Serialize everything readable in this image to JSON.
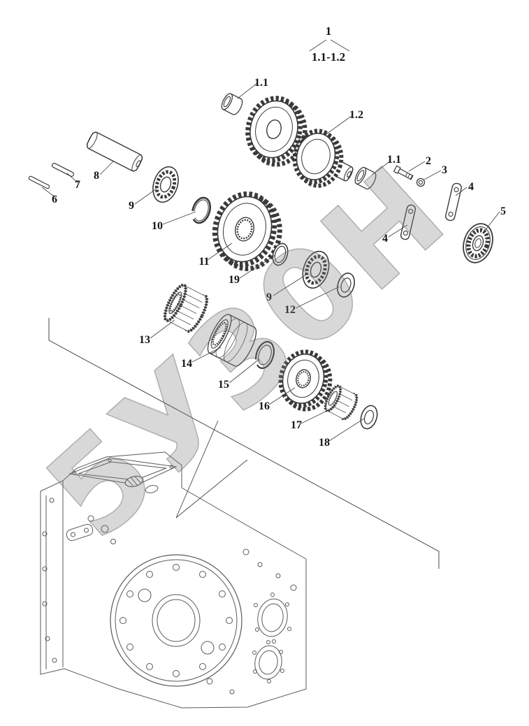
{
  "diagram": {
    "watermark": "5У30Н",
    "callouts": [
      {
        "label": "1"
      },
      {
        "label": "1.1-1.2"
      },
      {
        "label": "1.1"
      },
      {
        "label": "1.2"
      },
      {
        "label": "1.1"
      },
      {
        "label": "2"
      },
      {
        "label": "3"
      },
      {
        "label": "4"
      },
      {
        "label": "5"
      },
      {
        "label": "6"
      },
      {
        "label": "7"
      },
      {
        "label": "8"
      },
      {
        "label": "9"
      },
      {
        "label": "10"
      },
      {
        "label": "11"
      },
      {
        "label": "19"
      },
      {
        "label": "9"
      },
      {
        "label": "4"
      },
      {
        "label": "12"
      },
      {
        "label": "13"
      },
      {
        "label": "14"
      },
      {
        "label": "15"
      },
      {
        "label": "16"
      },
      {
        "label": "17"
      },
      {
        "label": "18"
      }
    ]
  }
}
